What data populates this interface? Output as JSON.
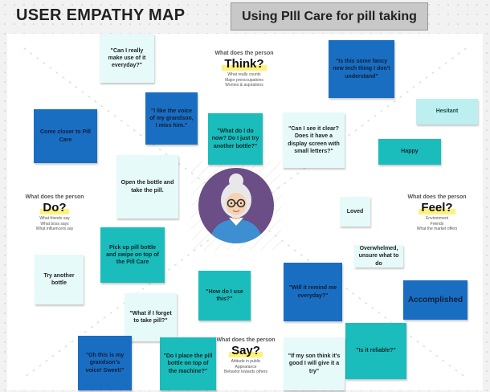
{
  "header": {
    "title": "USER EMPATHY MAP",
    "banner": "Using PIll Care for pill taking"
  },
  "quadrants": {
    "think": {
      "prompt": "What does the person",
      "word": "Think?",
      "sub1": "What really counts",
      "sub2": "Major preoccupations",
      "sub3": "Worries & aspirations"
    },
    "do": {
      "prompt": "What does the person",
      "word": "Do?",
      "sub1": "What friends say",
      "sub2": "What boss says",
      "sub3": "What influencers say"
    },
    "feel": {
      "prompt": "What does the person",
      "word": "Feel?",
      "sub1": "Environment",
      "sub2": "Friends",
      "sub3": "What the market offers"
    },
    "say": {
      "prompt": "What does the person",
      "word": "Say?",
      "sub1": "Attitude in public",
      "sub2": "Appearance",
      "sub3": "Behavior towards others"
    }
  },
  "notes": {
    "n1": "\"Can I really make use of it everyday?\"",
    "n2": "\"Is this some fancy new tech thing I don't understand\"",
    "n3": "\"I like the voice of my grandson, I miss him.\"",
    "n4": "Come closer to Pill Care",
    "n5": "\"What do I do now? Do I just try another bottle?\"",
    "n6": "\"Can I see it clear? Does it have a display screen with small letters?\"",
    "n7": "Hesitant",
    "n8": "Happy",
    "n9": "Open the bottle and take the pill.",
    "n10": "Loved",
    "n11": "Pick up pill bottle and swipe on top of the Pill Care",
    "n12": "Overwhelmed, unsure what to do",
    "n13": "Try another bottle",
    "n14": "\"Will it remind me everyday?\"",
    "n15": "\"How do I use this?\"",
    "n16": "Accomplished",
    "n17": "\"What if I forget to take pill?\"",
    "n18": "\"Is it reliable?\"",
    "n19": "\"Oh this is my grandson's voice! Sweet!\"",
    "n20": "\"Do I place the pill bottle on top of the machine?\"",
    "n21": "\"If my son think it's good I will give it a try\""
  }
}
